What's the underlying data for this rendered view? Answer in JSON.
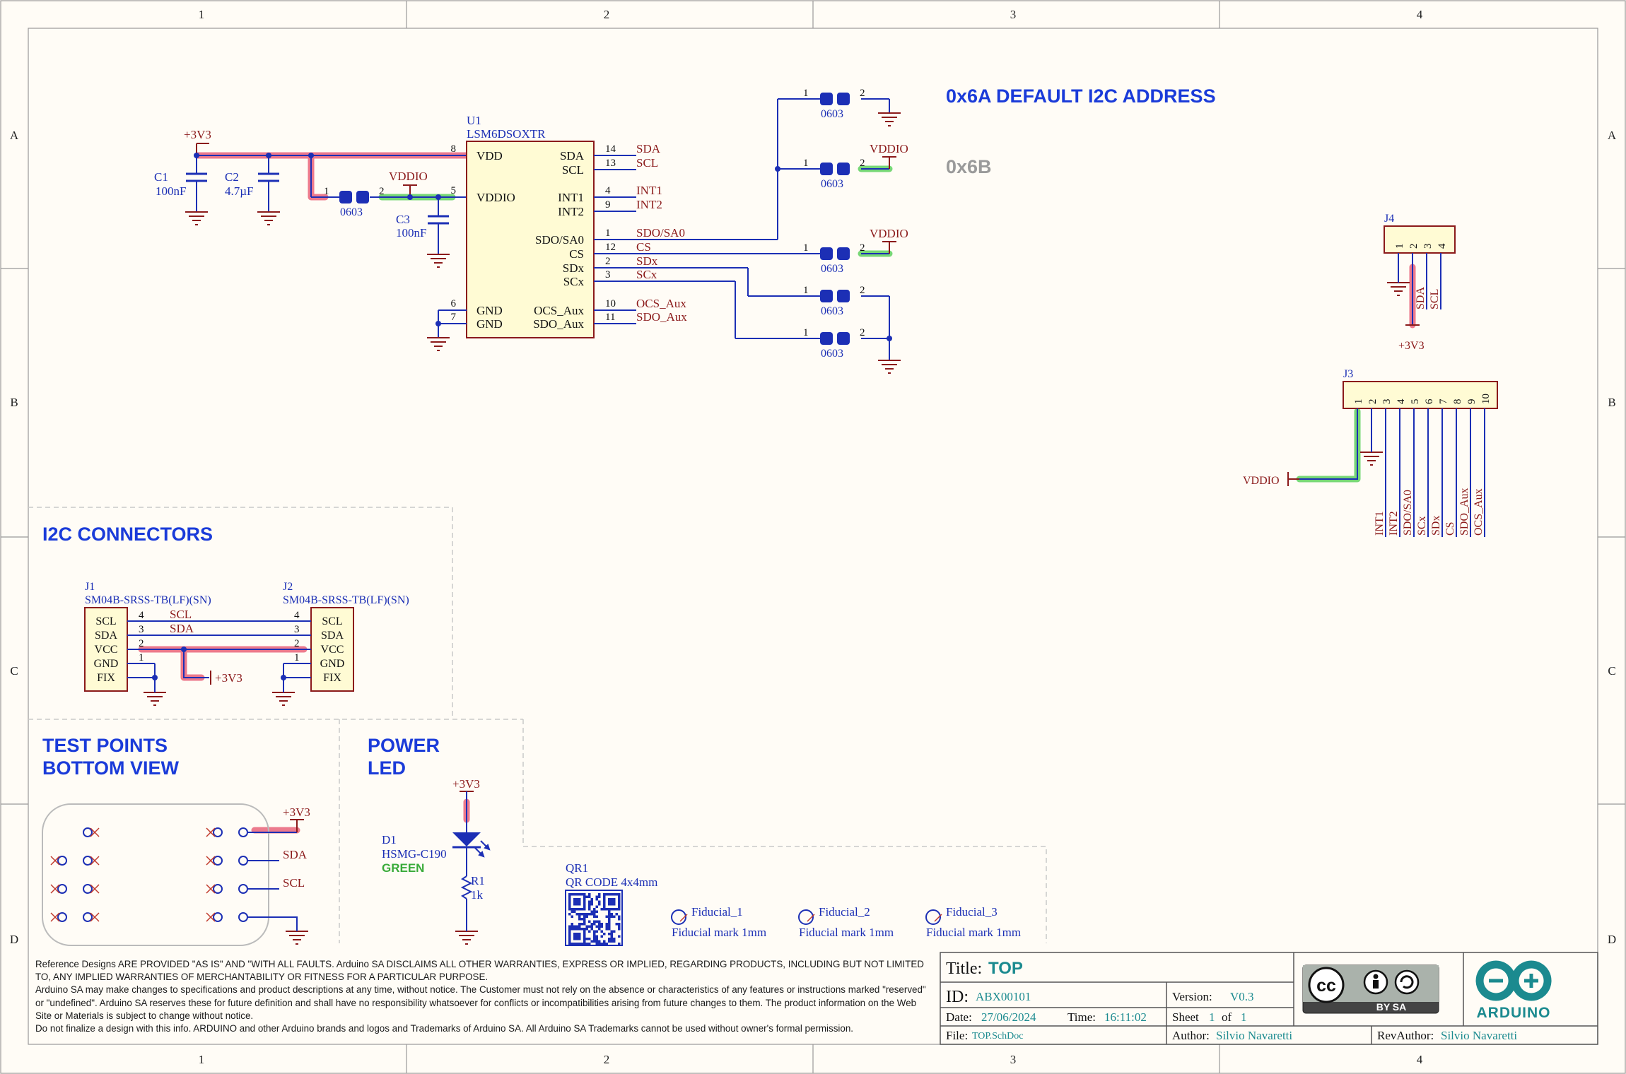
{
  "frame": {
    "cols": [
      "1",
      "2",
      "3",
      "4"
    ],
    "rows": [
      "A",
      "B",
      "C",
      "D"
    ]
  },
  "headings": {
    "address_default": "0x6A DEFAULT I2C ADDRESS",
    "address_alt": "0x6B",
    "i2c_connectors": "I2C CONNECTORS",
    "test_points_l1": "TEST POINTS",
    "test_points_l2": "BOTTOM VIEW",
    "power_led_l1": "POWER",
    "power_led_l2": "LED"
  },
  "u1": {
    "ref": "U1",
    "part": "LSM6DSOXTR",
    "left_pins": [
      {
        "num": "8",
        "name": "VDD"
      },
      {
        "num": "5",
        "name": "VDDIO"
      },
      {
        "num": "6",
        "name": "GND"
      },
      {
        "num": "7",
        "name": "GND"
      }
    ],
    "right_pins": [
      {
        "num": "14",
        "name": "SDA",
        "net": "SDA"
      },
      {
        "num": "13",
        "name": "SCL",
        "net": "SCL"
      },
      {
        "num": "4",
        "name": "INT1",
        "net": "INT1"
      },
      {
        "num": "9",
        "name": "INT2",
        "net": "INT2"
      },
      {
        "num": "1",
        "name": "SDO/SA0",
        "net": "SDO/SA0"
      },
      {
        "num": "12",
        "name": "CS",
        "net": "CS"
      },
      {
        "num": "2",
        "name": "SDx",
        "net": "SDx"
      },
      {
        "num": "3",
        "name": "SCx",
        "net": "SCx"
      },
      {
        "num": "10",
        "name": "OCS_Aux",
        "net": "OCS_Aux"
      },
      {
        "num": "11",
        "name": "SDO_Aux",
        "net": "SDO_Aux"
      }
    ]
  },
  "caps": [
    {
      "ref": "C1",
      "value": "100nF"
    },
    {
      "ref": "C2",
      "value": "4.7µF"
    },
    {
      "ref": "C3",
      "value": "100nF"
    }
  ],
  "nets": {
    "v3": "+3V3",
    "vddio": "VDDIO"
  },
  "jumper": {
    "size": "0603",
    "pin1": "1",
    "pin2": "2"
  },
  "j4": {
    "ref": "J4",
    "pins": [
      "1",
      "2",
      "3",
      "4"
    ],
    "nets": [
      "SDA",
      "SCL"
    ],
    "power": "+3V3"
  },
  "j3": {
    "ref": "J3",
    "pins": [
      "1",
      "2",
      "3",
      "4",
      "5",
      "6",
      "7",
      "8",
      "9",
      "10"
    ],
    "nets": [
      "INT1",
      "INT2",
      "SDO/SA0",
      "SCx",
      "SDx",
      "CS",
      "SDO_Aux",
      "OCS_Aux"
    ],
    "power": "VDDIO"
  },
  "j1": {
    "ref": "J1",
    "part": "SM04B-SRSS-TB(LF)(SN)",
    "pins": [
      "SCL",
      "SDA",
      "VCC",
      "GND",
      "FIX"
    ],
    "nums": [
      "4",
      "3",
      "2",
      "1"
    ]
  },
  "j2": {
    "ref": "J2",
    "part": "SM04B-SRSS-TB(LF)(SN)",
    "pins": [
      "SCL",
      "SDA",
      "VCC",
      "GND",
      "FIX"
    ],
    "nums": [
      "4",
      "3",
      "2",
      "1"
    ]
  },
  "i2c_nets": [
    "SCL",
    "SDA"
  ],
  "testpoints": {
    "power": "+3V3",
    "sda": "SDA",
    "scl": "SCL"
  },
  "led": {
    "ref": "D1",
    "part": "HSMG-C190",
    "color": "GREEN",
    "r_ref": "R1",
    "r_value": "1k",
    "power": "+3V3"
  },
  "qr": {
    "ref": "QR1",
    "desc": "QR CODE 4x4mm"
  },
  "fiducials": [
    {
      "name": "Fiducial_1",
      "desc": "Fiducial mark 1mm"
    },
    {
      "name": "Fiducial_2",
      "desc": "Fiducial mark 1mm"
    },
    {
      "name": "Fiducial_3",
      "desc": "Fiducial mark 1mm"
    }
  ],
  "disclaimer": [
    "Reference Designs ARE PROVIDED \"AS IS\" AND \"WITH ALL FAULTS. Arduino SA DISCLAIMS ALL OTHER WARRANTIES, EXPRESS OR IMPLIED, REGARDING PRODUCTS, INCLUDING BUT NOT LIMITED TO, ANY IMPLIED WARRANTIES OF MERCHANTABILITY OR FITNESS FOR A PARTICULAR PURPOSE.",
    "Arduino SA may make changes to specifications and product descriptions at any time, without notice. The Customer must not rely on the absence or characteristics of any features or instructions marked \"reserved\" or \"undefined\". Arduino SA reserves these for future definition and shall have no responsibility whatsoever for conflicts or incompatibilities arising from future changes to them. The product information on the Web Site or Materials is subject to change without notice.",
    "Do not finalize a design with this info. ARDUINO and other Arduino brands and logos and Trademarks of Arduino SA. All Arduino SA Trademarks cannot be used without owner's formal permission."
  ],
  "title_block": {
    "title_label": "Title:",
    "title": "TOP",
    "id_label": "ID:",
    "id": "ABX00101",
    "version_label": "Version:",
    "version": "V0.3",
    "date_label": "Date:",
    "date": "27/06/2024",
    "time_label": "Time:",
    "time": "16:11:02",
    "sheet_label": "Sheet",
    "sheet": "1",
    "of_label": "of",
    "sheets": "1",
    "file_label": "File:",
    "file": "TOP.SchDoc",
    "author_label": "Author:",
    "author": "Silvio Navaretti",
    "revauthor_label": "RevAuthor:",
    "revauthor": "Silvio Navaretti",
    "license": "BY SA",
    "logo_text": "ARDUINO"
  },
  "colors": {
    "wire": "#1c2fb5",
    "net_label": "#8b1a1a",
    "part": "#1c2fb5",
    "body_fill": "#fffbd4",
    "body_stroke": "#8b1a1a",
    "heading": "#1a3bd9",
    "highlight_red": "#e9637a",
    "highlight_green": "#5fd05f",
    "teal": "#1b8a8f",
    "grey_heading": "#9a9a9a"
  }
}
